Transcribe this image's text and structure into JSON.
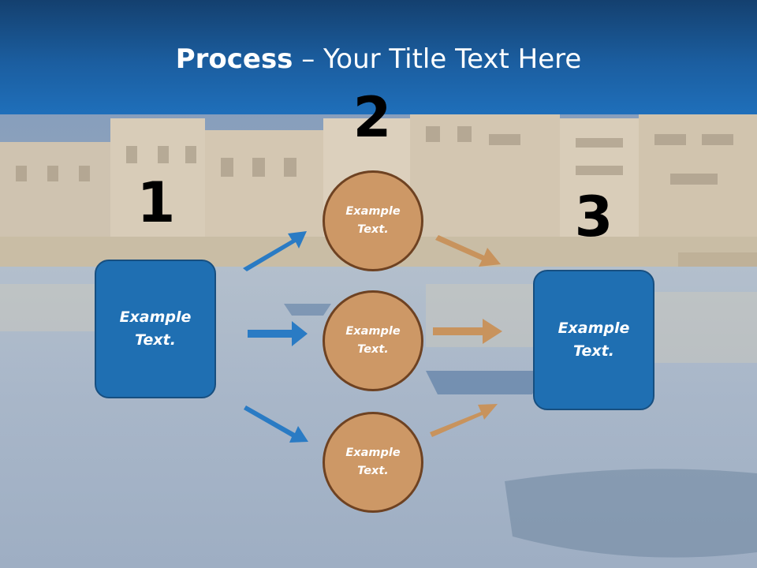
{
  "title": {
    "bold": "Process",
    "rest": " – Your Title Text Here"
  },
  "steps": [
    {
      "number": "1",
      "text": "Example Text."
    },
    {
      "number": "2",
      "items": [
        {
          "text": "Example Text."
        },
        {
          "text": "Example Text."
        },
        {
          "text": "Example Text."
        }
      ]
    },
    {
      "number": "3",
      "text": "Example Text."
    }
  ],
  "colors": {
    "header": "#1b5ea0",
    "box_fill": "#1f6fb2",
    "circle_fill": "#cd9866",
    "circle_border": "#6e4222",
    "blue_arrow": "#2a7bc4",
    "tan_arrow": "#c8935d"
  }
}
